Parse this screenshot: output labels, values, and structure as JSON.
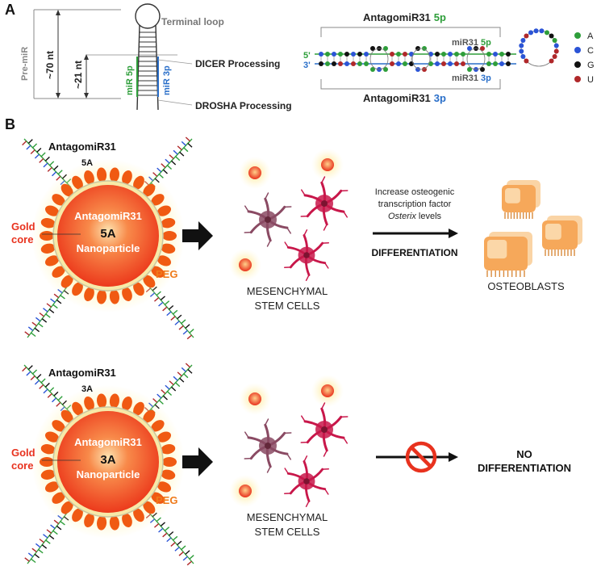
{
  "panel_a": {
    "label": "A",
    "hairpin": {
      "pre_mir": "Pre-miR",
      "len_70": "~70 nt",
      "len_21": "~21 nt",
      "terminal_loop": "Terminal loop",
      "dicer": "DICER Processing",
      "drosha": "DROSHA Processing",
      "mir5p": "miR 5p",
      "mir3p": "miR 3p"
    },
    "duplex": {
      "top_title": "AntagomiR31",
      "top_title_suffix": "5p",
      "bottom_title": "AntagomiR31",
      "bottom_title_suffix": "3p",
      "strand_5p": "miR31",
      "strand_5p_suffix": "5p",
      "strand_3p": "miR31",
      "strand_3p_suffix": "3p",
      "end_5": "5'",
      "end_3": "3'"
    },
    "legend": [
      {
        "letter": "A",
        "color": "#2e9e3a"
      },
      {
        "letter": "C",
        "color": "#2b54d6"
      },
      {
        "letter": "G",
        "color": "#111111"
      },
      {
        "letter": "U",
        "color": "#b0282a"
      }
    ]
  },
  "panel_b": {
    "label": "B",
    "rows": [
      {
        "antagomir_label": "AntagomiR31",
        "variant": "5A",
        "np_title": "AntagomiR31",
        "np_variant": "5A",
        "np_sub": "Nanoparticle",
        "gold_line1": "Gold",
        "gold_line2": "core",
        "peg": "PEG",
        "cells_line1": "MESENCHYMAL",
        "cells_line2": "STEM CELLS",
        "effect_line1": "Increase osteogenic",
        "effect_line2": "transcription factor",
        "effect_italic": "Osterix",
        "effect_rest": " levels",
        "process": "DIFFERENTIATION",
        "result": "OSTEOBLASTS"
      },
      {
        "antagomir_label": "AntagomiR31",
        "variant": "3A",
        "np_title": "AntagomiR31",
        "np_variant": "3A",
        "np_sub": "Nanoparticle",
        "gold_line1": "Gold",
        "gold_line2": "core",
        "peg": "PEG",
        "cells_line1": "MESENCHYMAL",
        "cells_line2": "STEM CELLS",
        "result_line1": "NO",
        "result_line2": "DIFFERENTIATION"
      }
    ]
  },
  "colors": {
    "green_5p": "#2e9e3a",
    "blue_3p": "#2a6fc9",
    "gold_label": "#e8321e",
    "peg_label": "#ef7a1a",
    "nanoparticle": "#f04a24",
    "petal": "#f05a12",
    "cell_red": "#c8174a",
    "cell_mauve": "#8a4a63",
    "osteoblast": "#f6a85a",
    "no_sign": "#e8321e"
  }
}
